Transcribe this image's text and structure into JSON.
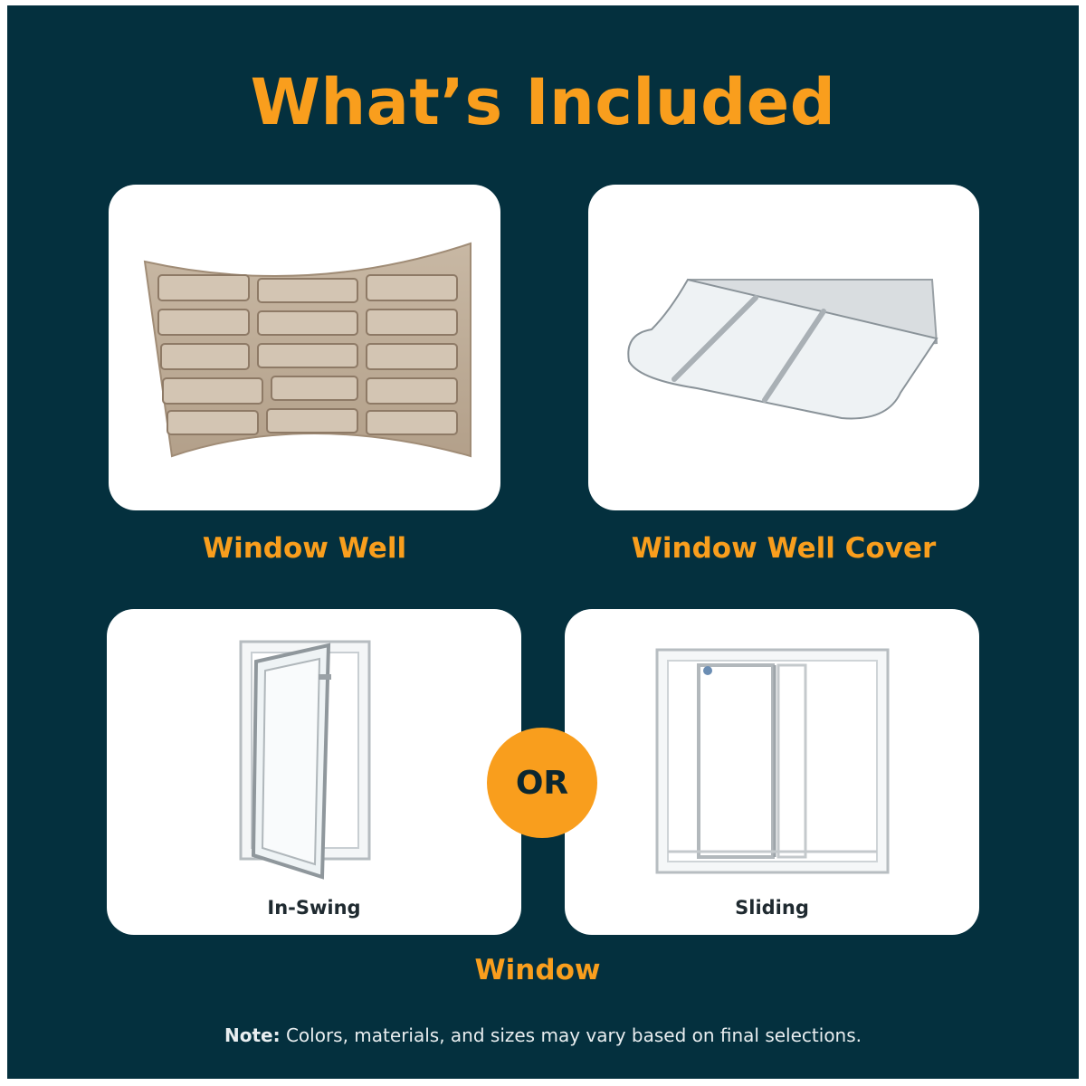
{
  "header": {
    "title": "What’s Included"
  },
  "items": {
    "window_well": {
      "label": "Window Well"
    },
    "window_well_cover": {
      "label": "Window Well Cover"
    },
    "in_swing": {
      "label": "In-Swing"
    },
    "sliding": {
      "label": "Sliding"
    },
    "window": {
      "label": "Window"
    }
  },
  "or_badge": {
    "text": "OR"
  },
  "note": {
    "prefix": "Note:",
    "text": " Colors, materials, and sizes may vary based on final selections."
  },
  "colors": {
    "background": "#04303e",
    "accent": "#f99e1d",
    "card": "#ffffff"
  }
}
